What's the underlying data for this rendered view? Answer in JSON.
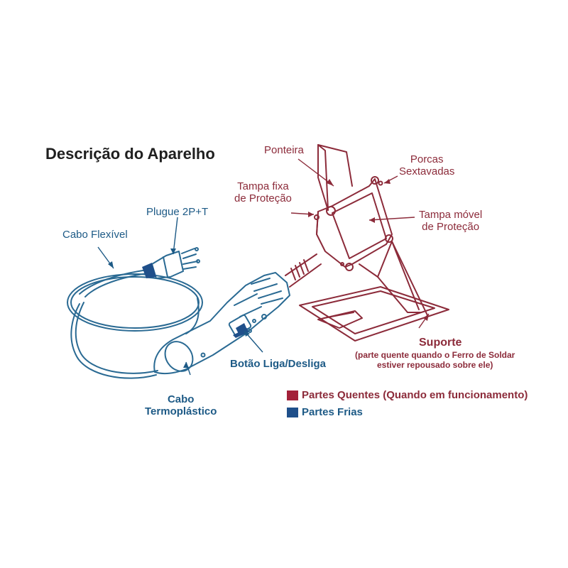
{
  "title": "Descrição do Aparelho",
  "labels": {
    "ponteira": "Ponteira",
    "porcas": [
      "Porcas",
      "Sextavadas"
    ],
    "tampa_fixa": [
      "Tampa fixa",
      "de Proteção"
    ],
    "tampa_movel": [
      "Tampa móvel",
      "de Proteção"
    ],
    "plugue": "Plugue 2P+T",
    "cabo_flexivel": "Cabo Flexível",
    "suporte": "Suporte",
    "suporte_nota": [
      "(parte quente quando o Ferro de Soldar",
      "estiver repousado sobre ele)"
    ],
    "botao": "Botão Liga/Desliga",
    "cabo_termoplastico": [
      "Cabo",
      "Termoplástico"
    ]
  },
  "legend": [
    {
      "label": "Partes Quentes (Quando em funcionamento)",
      "color": "#a3213a"
    },
    {
      "label": "Partes Frias",
      "color": "#1f4f8a"
    }
  ],
  "colors": {
    "hot": "#8c2b3a",
    "cold": "#1d5a86",
    "title": "#1f1f1f"
  }
}
